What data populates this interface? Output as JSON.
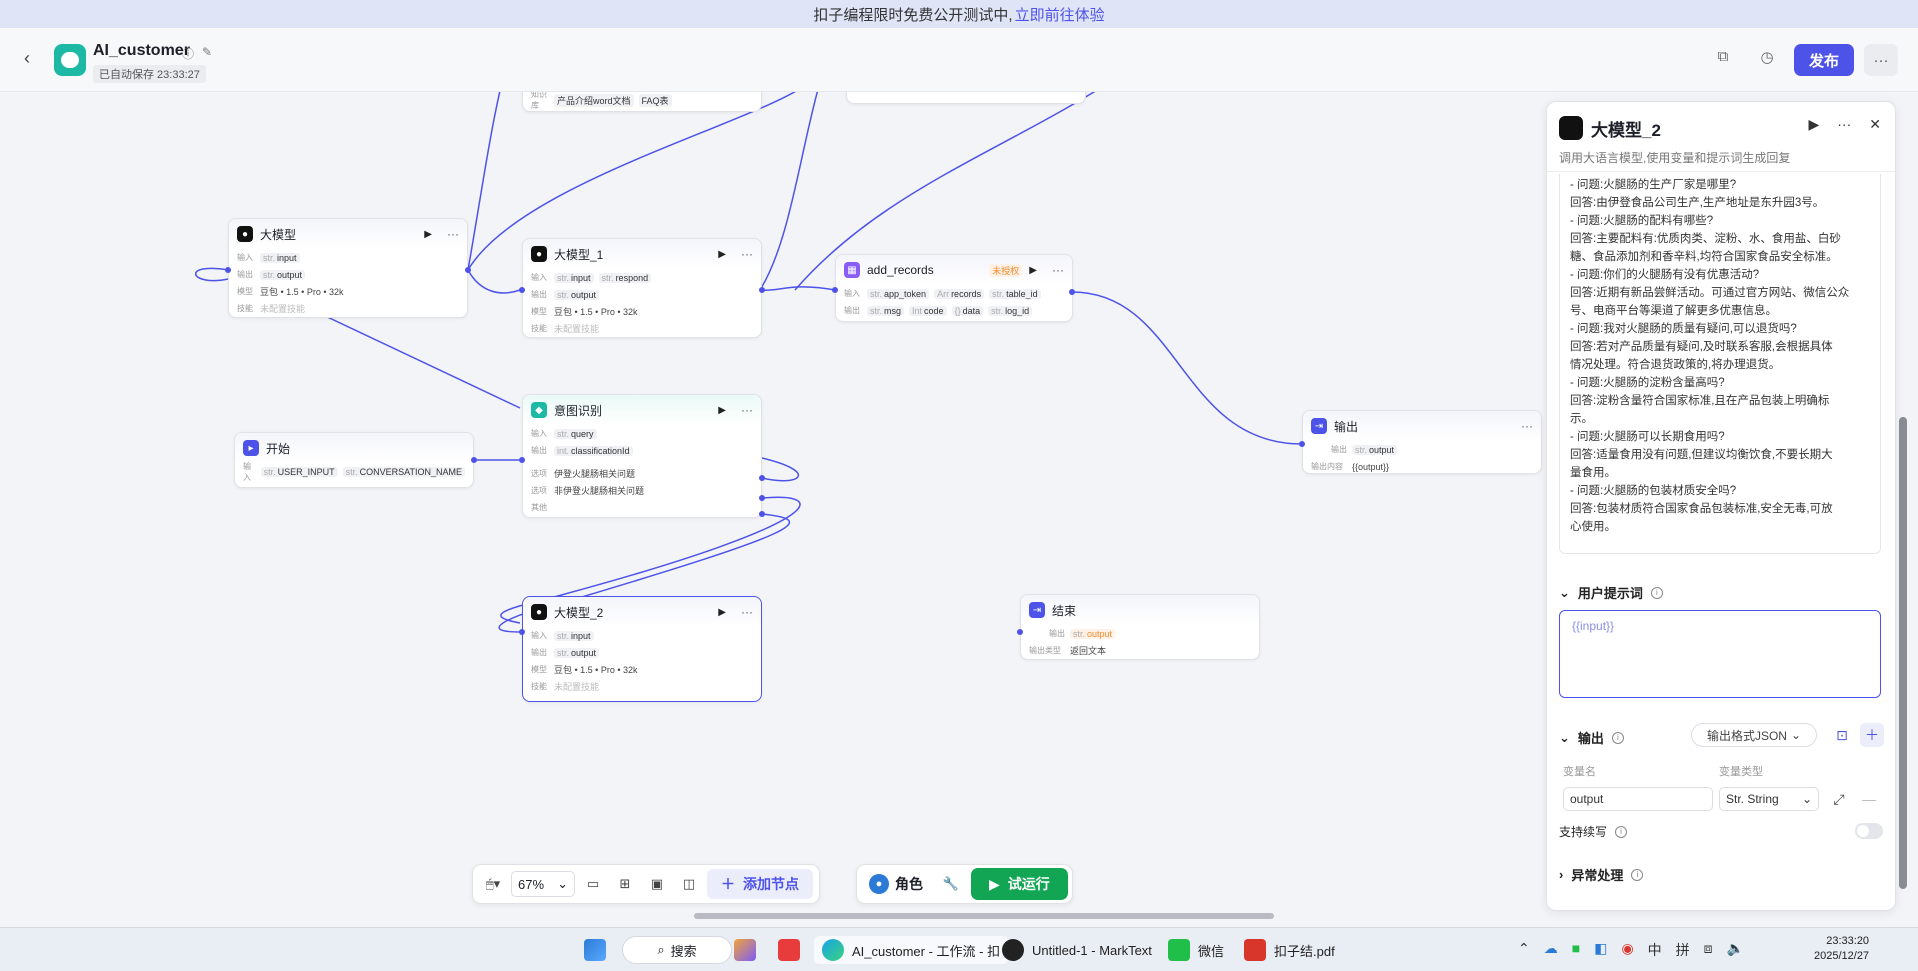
{
  "banner": {
    "text": "扣子编程限时免费公开测试中,",
    "link": "立即前往体验"
  },
  "header": {
    "title": "AI_customer",
    "autosave": "已自动保存 23:33:27",
    "publish": "发布",
    "more": "···"
  },
  "nodes": {
    "top": {
      "label": "知识库",
      "tag1": "产品介绍word文档",
      "tag2": "FAQ表"
    },
    "llm": {
      "title": "大模型",
      "in_label": "输入",
      "in1": "input",
      "out_label": "输出",
      "out1": "output",
      "model_label": "模型",
      "model": "豆包 • 1.5 • Pro • 32k",
      "skill_label": "技能",
      "skill": "未配置技能"
    },
    "llm1": {
      "title": "大模型_1",
      "in_label": "输入",
      "in1": "input",
      "in2": "respond",
      "out_label": "输出",
      "out1": "output",
      "model_label": "模型",
      "model": "豆包 • 1.5 • Pro • 32k",
      "skill_label": "技能",
      "skill": "未配置技能"
    },
    "add_records": {
      "title": "add_records",
      "badge": "未授权",
      "in_label": "输入",
      "in1": "app_token",
      "in2": "records",
      "in3": "table_id",
      "out_label": "输出",
      "out1": "msg",
      "out2": "code",
      "out3": "data",
      "out4": "log_id"
    },
    "intent": {
      "title": "意图识别",
      "in_label": "输入",
      "in1": "query",
      "out_label": "输出",
      "out1": "classificationId",
      "opt_label": "选项",
      "opt1": "伊登火腿肠相关问题",
      "opt2": "非伊登火腿肠相关问题",
      "other": "其他"
    },
    "start": {
      "title": "开始",
      "in_label": "输入",
      "in1": "USER_INPUT",
      "in2": "CONVERSATION_NAME"
    },
    "llm2": {
      "title": "大模型_2",
      "in_label": "输入",
      "in1": "input",
      "out_label": "输出",
      "out1": "output",
      "model_label": "模型",
      "model": "豆包 • 1.5 • Pro • 32k",
      "skill_label": "技能",
      "skill": "未配置技能"
    },
    "output": {
      "title": "输出",
      "out_label": "输出",
      "out1": "output",
      "content_label": "输出内容",
      "content": "{{output}}"
    },
    "end": {
      "title": "结束",
      "out_label": "输出",
      "out1": "output",
      "type_label": "输出类型",
      "type": "返回文本"
    }
  },
  "toolbar": {
    "zoom": "67%",
    "add_node": "添加节点",
    "role": "角色",
    "run": "试运行"
  },
  "panel": {
    "title": "大模型_2",
    "desc": "调用大语言模型,使用变量和提示词生成回复",
    "prompt_lines": [
      "- 问题:火腿肠的生产厂家是哪里?",
      "回答:由伊登食品公司生产,生产地址是东升园3号。",
      "- 问题:火腿肠的配料有哪些?",
      "回答:主要配料有:优质肉类、淀粉、水、食用盐、白砂",
      "糖、食品添加剂和香辛料,均符合国家食品安全标准。",
      "- 问题:你们的火腿肠有没有优惠活动?",
      "回答:近期有新品尝鲜活动。可通过官方网站、微信公众",
      "号、电商平台等渠道了解更多优惠信息。",
      "- 问题:我对火腿肠的质量有疑问,可以退货吗?",
      "回答:若对产品质量有疑问,及时联系客服,会根据具体",
      "情况处理。符合退货政策的,将办理退货。",
      "- 问题:火腿肠的淀粉含量高吗?",
      "回答:淀粉含量符合国家标准,且在产品包装上明确标",
      "示。",
      "- 问题:火腿肠可以长期食用吗?",
      "回答:适量食用没有问题,但建议均衡饮食,不要长期大",
      "量食用。",
      "- 问题:火腿肠的包装材质安全吗?",
      "回答:包装材质符合国家食品包装标准,安全无毒,可放",
      "心使用。"
    ],
    "user_prompt_label": "用户提示词",
    "user_prompt_value": "{{input}}",
    "output_label": "输出",
    "output_format": "输出格式JSON",
    "var_name_label": "变量名",
    "var_type_label": "变量类型",
    "var_name": "output",
    "var_type": "Str. String",
    "stream_label": "支持续写",
    "error_label": "异常处理"
  },
  "taskbar": {
    "search": "搜索",
    "edge_tab": "AI_customer - 工作流 - 扣",
    "marktext": "Untitled-1 - MarkText",
    "wechat": "微信",
    "pdf": "扣子结.pdf",
    "ime1": "中",
    "ime2": "拼",
    "time": "23:33:20",
    "date": "2025/12/27"
  }
}
